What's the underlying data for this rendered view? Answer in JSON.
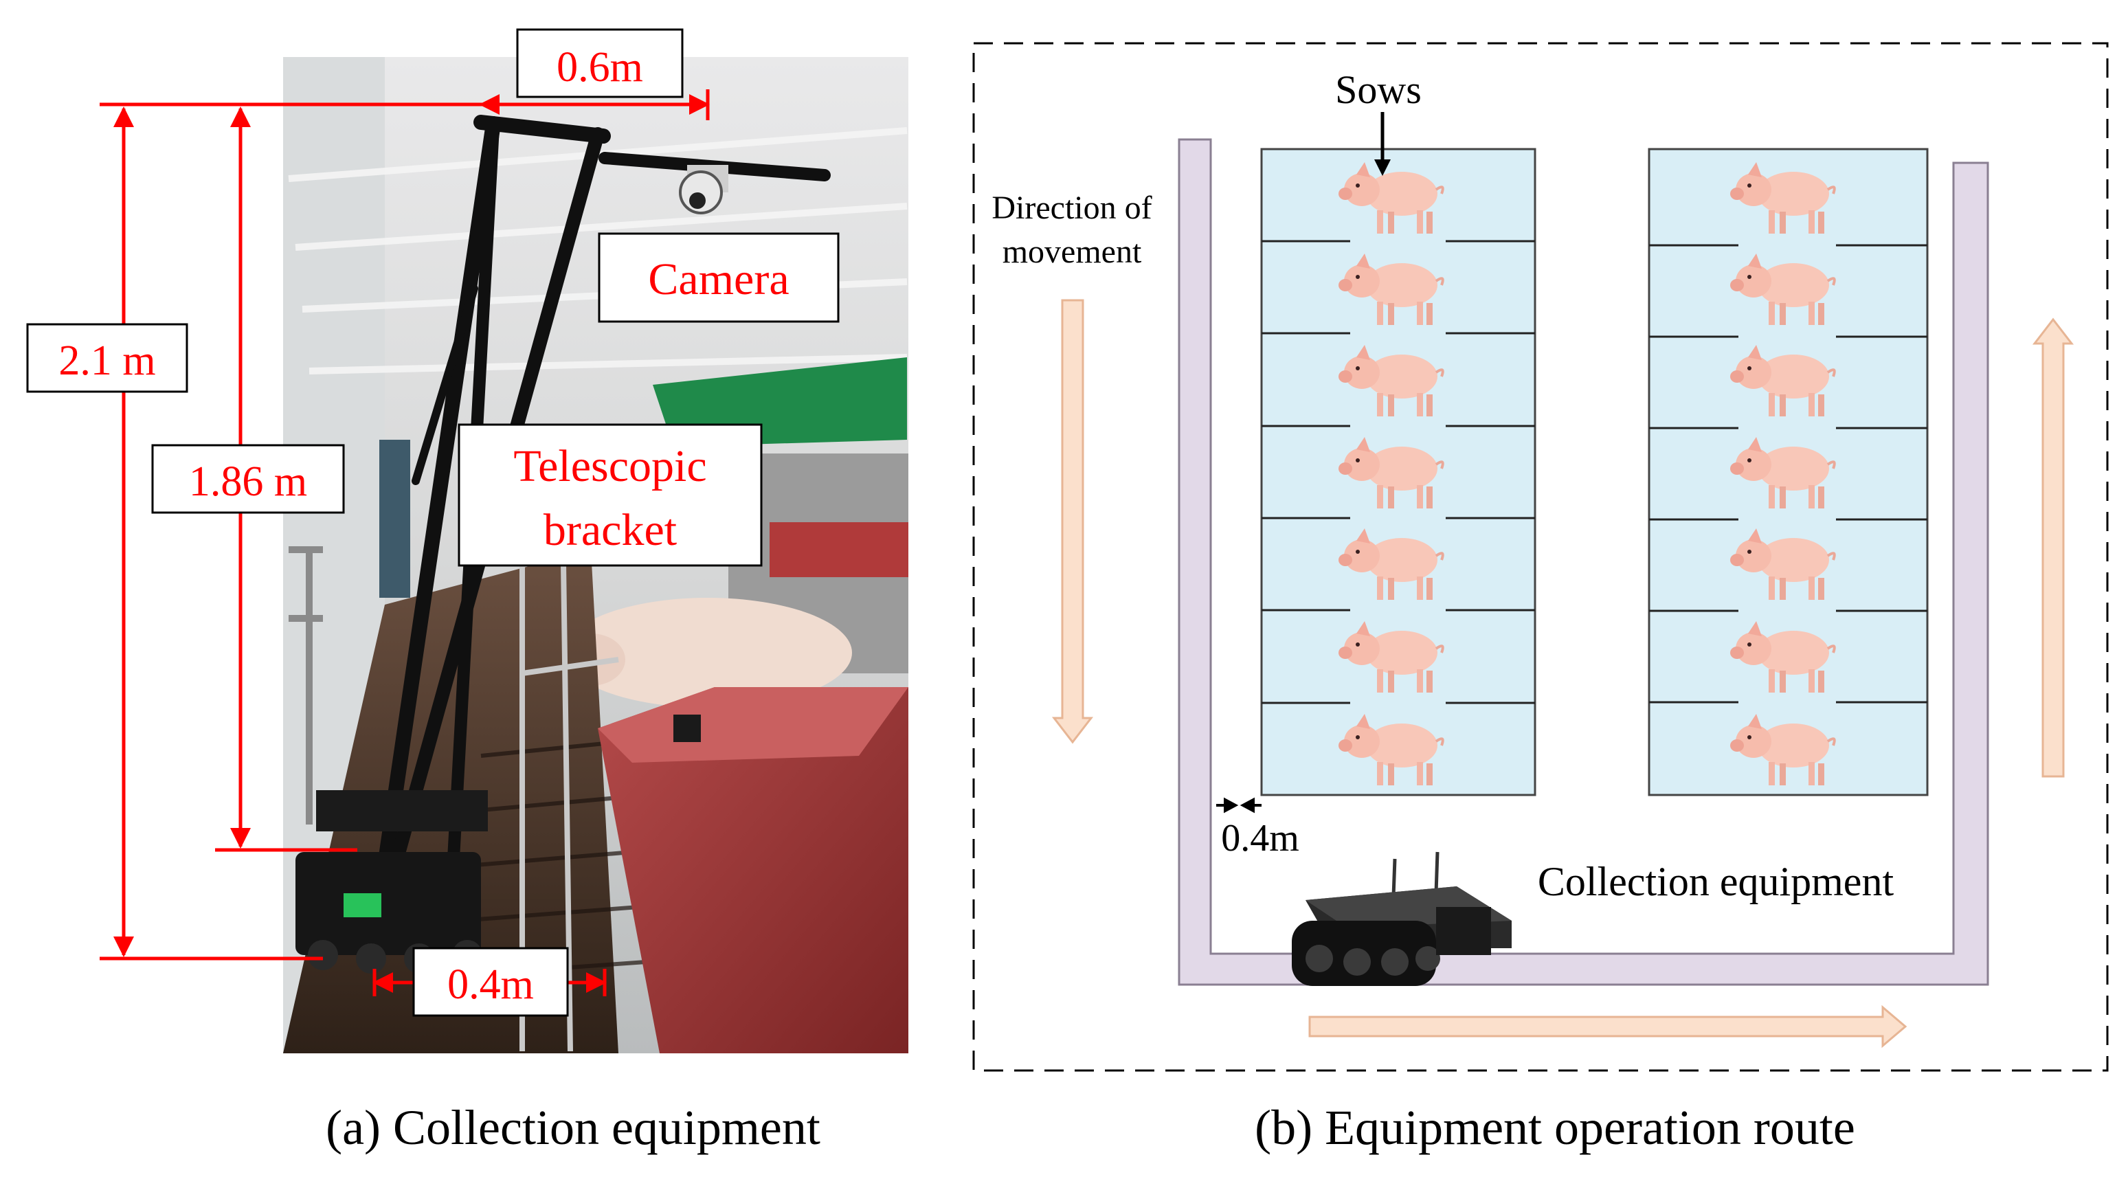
{
  "panel_a": {
    "caption": "(a) Collection equipment",
    "dim_top_width": "0.6m",
    "dim_total_height": "2.1 m",
    "dim_bracket_height": "1.86 m",
    "dim_base_width": "0.4m",
    "label_camera": "Camera",
    "label_bracket_line1": "Telescopic",
    "label_bracket_line2": "bracket",
    "colors": {
      "dimension": "#ff0000",
      "label_box_border": "#000000"
    }
  },
  "panel_b": {
    "caption": "(b) Equipment operation route",
    "label_sows": "Sows",
    "label_direction_line1": "Direction of",
    "label_direction_line2": "movement",
    "label_gap": "0.4m",
    "label_equipment": "Collection equipment",
    "left_column_pens": 7,
    "right_column_pens": 7,
    "colors": {
      "pen_fill": "#d9eef6",
      "route_fill": "#e2d9e8",
      "arrow_fill": "#fbe0cc",
      "arrow_stroke": "#e7b594"
    }
  }
}
